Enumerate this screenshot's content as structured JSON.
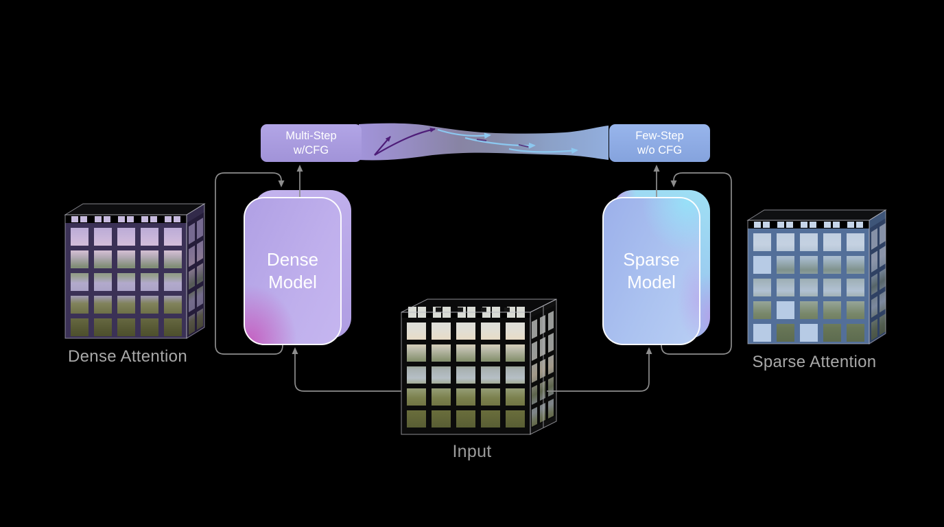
{
  "flow": {
    "multi_step": {
      "line1": "Multi-Step",
      "line2": "w/CFG"
    },
    "few_step": {
      "line1": "Few-Step",
      "line2": "w/o CFG"
    }
  },
  "models": {
    "dense": {
      "line1": "Dense",
      "line2": "Model"
    },
    "sparse": {
      "line1": "Sparse",
      "line2": "Model"
    }
  },
  "captions": {
    "dense_attention": "Dense Attention",
    "sparse_attention": "Sparse Attention",
    "input": "Input"
  },
  "colors": {
    "background": "#000000",
    "multi_step_box": "#a99cde",
    "few_step_box": "#8fade6",
    "dense_card_lavender": "#bfafec",
    "dense_card_pink": "#c963c2",
    "sparse_card_blue": "#9cb0ea",
    "sparse_card_cyan": "#99e2f6",
    "connector_gray": "#8d8d8d",
    "caption_gray": "#a8a8a8",
    "ribbon_purple_arrow": "#4e1d78",
    "ribbon_blue_arrow": "#8cc8f0",
    "dense_cube_gap": "#3b3156",
    "sparse_cube_gap": "#486490",
    "input_cube_gap": "#0b0b0b"
  }
}
